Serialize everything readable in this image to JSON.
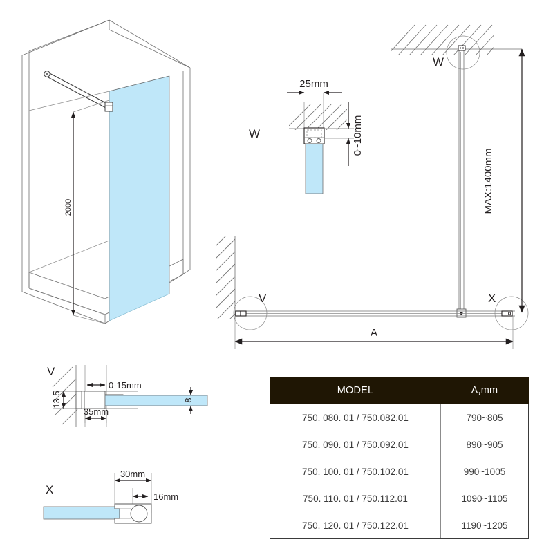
{
  "drawing": {
    "title": "Walk-in shower screen technical drawing",
    "colors": {
      "glass": "#bfe7f9",
      "table_header_bg": "#1f1604",
      "line": "#231f20"
    },
    "iso_view": {
      "height_label": "2000"
    },
    "detail_w": {
      "marker": "W",
      "width_label": "25mm",
      "gap_label": "0~10mm"
    },
    "detail_v": {
      "marker": "V",
      "offset_label": "13.5",
      "adjust_label": "0-15mm",
      "profile_label": "35mm",
      "glass_thickness_label": "8"
    },
    "detail_x": {
      "marker": "X",
      "outer_label": "30mm",
      "inner_label": "16mm"
    },
    "plan_view": {
      "marker_w": "W",
      "marker_v": "V",
      "marker_x": "X",
      "height_label": "MAX:1400mm",
      "width_label": "A"
    }
  },
  "spec_table": {
    "headers": [
      "MODEL",
      "A,mm"
    ],
    "rows": [
      {
        "model": "750. 080. 01 / 750.082.01",
        "a": "790~805"
      },
      {
        "model": "750. 090. 01 / 750.092.01",
        "a": "890~905"
      },
      {
        "model": "750. 100. 01 / 750.102.01",
        "a": "990~1005"
      },
      {
        "model": "750. 110. 01 / 750.112.01",
        "a": "1090~1105"
      },
      {
        "model": "750. 120. 01 / 750.122.01",
        "a": "1190~1205"
      }
    ]
  }
}
